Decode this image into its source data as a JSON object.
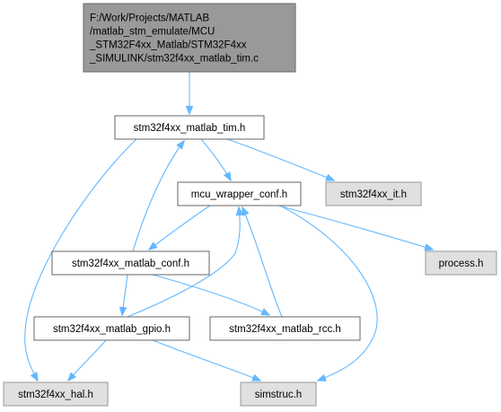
{
  "nodes": [
    {
      "id": "tim_c",
      "lines": [
        "F:/Work/Projects/MATLAB",
        "/matlab_stm_emulate/MCU",
        "_STM32F4xx_Matlab/STM32F4xx",
        "_SIMULINK/stm32f4xx_matlab_tim.c"
      ],
      "style": "root"
    },
    {
      "id": "tim_h",
      "lines": [
        "stm32f4xx_matlab_tim.h"
      ],
      "style": "normal"
    },
    {
      "id": "wrapper",
      "lines": [
        "mcu_wrapper_conf.h"
      ],
      "style": "normal"
    },
    {
      "id": "it_h",
      "lines": [
        "stm32f4xx_it.h"
      ],
      "style": "external"
    },
    {
      "id": "conf_h",
      "lines": [
        "stm32f4xx_matlab_conf.h"
      ],
      "style": "normal"
    },
    {
      "id": "process",
      "lines": [
        "process.h"
      ],
      "style": "external"
    },
    {
      "id": "gpio_h",
      "lines": [
        "stm32f4xx_matlab_gpio.h"
      ],
      "style": "normal"
    },
    {
      "id": "rcc_h",
      "lines": [
        "stm32f4xx_matlab_rcc.h"
      ],
      "style": "normal"
    },
    {
      "id": "hal_h",
      "lines": [
        "stm32f4xx_hal.h"
      ],
      "style": "external"
    },
    {
      "id": "simstruc",
      "lines": [
        "simstruc.h"
      ],
      "style": "external"
    }
  ],
  "edges": [
    {
      "from": "tim_c",
      "to": "tim_h"
    },
    {
      "from": "tim_h",
      "to": "wrapper"
    },
    {
      "from": "tim_h",
      "to": "it_h"
    },
    {
      "from": "tim_h",
      "to": "hal_h"
    },
    {
      "from": "wrapper",
      "to": "conf_h"
    },
    {
      "from": "wrapper",
      "to": "process"
    },
    {
      "from": "wrapper",
      "to": "simstruc"
    },
    {
      "from": "conf_h",
      "to": "tim_h"
    },
    {
      "from": "conf_h",
      "to": "gpio_h"
    },
    {
      "from": "conf_h",
      "to": "rcc_h"
    },
    {
      "from": "gpio_h",
      "to": "wrapper"
    },
    {
      "from": "gpio_h",
      "to": "hal_h"
    },
    {
      "from": "gpio_h",
      "to": "simstruc"
    },
    {
      "from": "rcc_h",
      "to": "wrapper"
    }
  ],
  "colors": {
    "edge": "#63b8ff",
    "root_fill": "#999999",
    "root_stroke": "#666666",
    "normal_fill": "#ffffff",
    "normal_stroke": "#666666",
    "external_fill": "#e0e0e0",
    "external_stroke": "#999999"
  }
}
